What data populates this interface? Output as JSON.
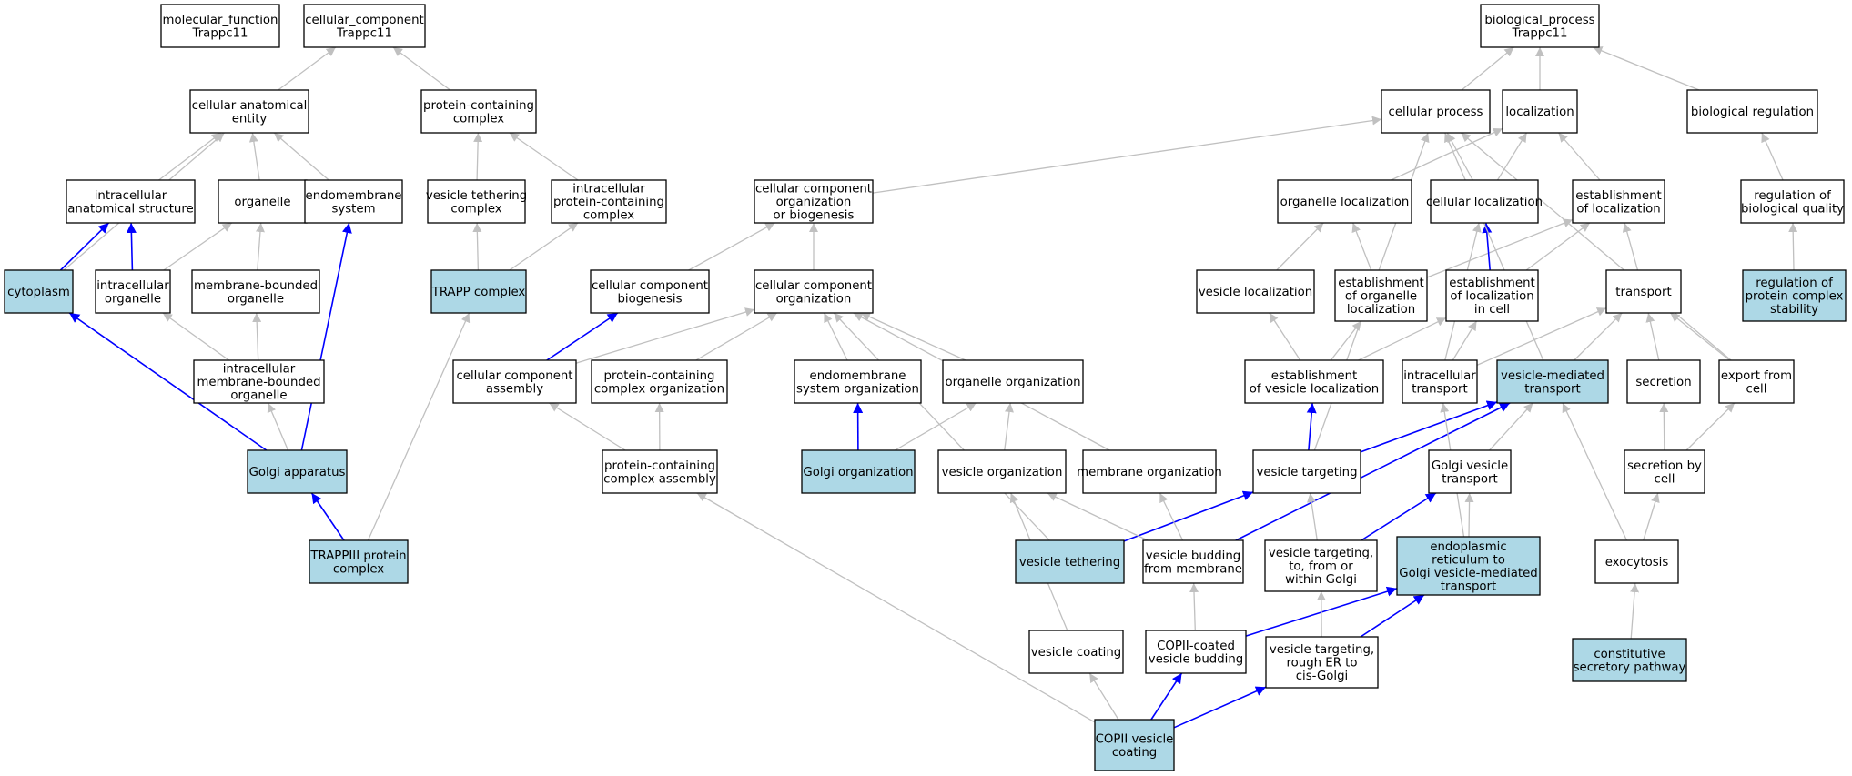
{
  "colors": {
    "annotated_fill": "#add8e6",
    "plain_fill": "#ffffff",
    "is_a_edge": "#c0c0c0",
    "annotated_path_edge": "#0000ff"
  },
  "nodes": {
    "mf_root": {
      "lines": [
        "molecular_function",
        "Trappc11"
      ],
      "annotated": false
    },
    "cc_root": {
      "lines": [
        "cellular_component",
        "Trappc11"
      ],
      "annotated": false
    },
    "bp_root": {
      "lines": [
        "biological_process",
        "Trappc11"
      ],
      "annotated": false
    },
    "cell_anat_entity": {
      "lines": [
        "cellular anatomical",
        "entity"
      ],
      "annotated": false
    },
    "protein_containing_complex": {
      "lines": [
        "protein-containing",
        "complex"
      ],
      "annotated": false
    },
    "intracellular_anat_structure": {
      "lines": [
        "intracellular",
        "anatomical structure"
      ],
      "annotated": false
    },
    "organelle": {
      "lines": [
        "organelle"
      ],
      "annotated": false
    },
    "endomembrane_system": {
      "lines": [
        "endomembrane",
        "system"
      ],
      "annotated": false
    },
    "vesicle_tethering_complex": {
      "lines": [
        "vesicle tethering",
        "complex"
      ],
      "annotated": false
    },
    "intracellular_protein_complex": {
      "lines": [
        "intracellular",
        "protein-containing",
        "complex"
      ],
      "annotated": false
    },
    "cytoplasm": {
      "lines": [
        "cytoplasm"
      ],
      "annotated": true
    },
    "intracellular_organelle": {
      "lines": [
        "intracellular",
        "organelle"
      ],
      "annotated": false
    },
    "membrane_bounded_organelle": {
      "lines": [
        "membrane-bounded",
        "organelle"
      ],
      "annotated": false
    },
    "trapp_complex": {
      "lines": [
        "TRAPP complex"
      ],
      "annotated": true
    },
    "intracellular_mb_organelle": {
      "lines": [
        "intracellular",
        "membrane-bounded",
        "organelle"
      ],
      "annotated": false
    },
    "golgi_apparatus": {
      "lines": [
        "Golgi apparatus"
      ],
      "annotated": true
    },
    "trappiii_complex": {
      "lines": [
        "TRAPPIII protein",
        "complex"
      ],
      "annotated": true
    },
    "ccob": {
      "lines": [
        "cellular component",
        "organization",
        "or biogenesis"
      ],
      "annotated": false
    },
    "cc_biogenesis": {
      "lines": [
        "cellular component",
        "biogenesis"
      ],
      "annotated": false
    },
    "cc_organization": {
      "lines": [
        "cellular component",
        "organization"
      ],
      "annotated": false
    },
    "cc_assembly": {
      "lines": [
        "cellular component",
        "assembly"
      ],
      "annotated": false
    },
    "pc_complex_org": {
      "lines": [
        "protein-containing",
        "complex organization"
      ],
      "annotated": false
    },
    "endomembrane_sys_org": {
      "lines": [
        "endomembrane",
        "system organization"
      ],
      "annotated": false
    },
    "organelle_org": {
      "lines": [
        "organelle organization"
      ],
      "annotated": false
    },
    "pc_complex_assembly": {
      "lines": [
        "protein-containing",
        "complex assembly"
      ],
      "annotated": false
    },
    "golgi_organization": {
      "lines": [
        "Golgi organization"
      ],
      "annotated": true
    },
    "vesicle_organization": {
      "lines": [
        "vesicle organization"
      ],
      "annotated": false
    },
    "membrane_organization": {
      "lines": [
        "membrane organization"
      ],
      "annotated": false
    },
    "vesicle_tethering": {
      "lines": [
        "vesicle tethering"
      ],
      "annotated": true
    },
    "vesicle_budding": {
      "lines": [
        "vesicle budding",
        "from membrane"
      ],
      "annotated": false
    },
    "vesicle_coating": {
      "lines": [
        "vesicle coating"
      ],
      "annotated": false
    },
    "copii_budding": {
      "lines": [
        "COPII-coated",
        "vesicle budding"
      ],
      "annotated": false
    },
    "copii_coating": {
      "lines": [
        "COPII vesicle",
        "coating"
      ],
      "annotated": true
    },
    "cellular_process": {
      "lines": [
        "cellular process"
      ],
      "annotated": false
    },
    "localization": {
      "lines": [
        "localization"
      ],
      "annotated": false
    },
    "biological_regulation": {
      "lines": [
        "biological regulation"
      ],
      "annotated": false
    },
    "organelle_localization": {
      "lines": [
        "organelle localization"
      ],
      "annotated": false
    },
    "cellular_localization": {
      "lines": [
        "cellular localization"
      ],
      "annotated": false
    },
    "est_localization": {
      "lines": [
        "establishment",
        "of localization"
      ],
      "annotated": false
    },
    "reg_bio_quality": {
      "lines": [
        "regulation of",
        "biological quality"
      ],
      "annotated": false
    },
    "vesicle_localization": {
      "lines": [
        "vesicle localization"
      ],
      "annotated": false
    },
    "est_organelle_loc": {
      "lines": [
        "establishment",
        "of organelle",
        "localization"
      ],
      "annotated": false
    },
    "est_loc_in_cell": {
      "lines": [
        "establishment",
        "of localization",
        "in cell"
      ],
      "annotated": false
    },
    "transport": {
      "lines": [
        "transport"
      ],
      "annotated": false
    },
    "reg_protein_complex_stability": {
      "lines": [
        "regulation of",
        "protein complex",
        "stability"
      ],
      "annotated": true
    },
    "est_vesicle_loc": {
      "lines": [
        "establishment",
        "of vesicle localization"
      ],
      "annotated": false
    },
    "intracellular_transport": {
      "lines": [
        "intracellular",
        "transport"
      ],
      "annotated": false
    },
    "vesicle_mediated_transport": {
      "lines": [
        "vesicle-mediated",
        "transport"
      ],
      "annotated": true
    },
    "secretion": {
      "lines": [
        "secretion"
      ],
      "annotated": false
    },
    "export_from_cell": {
      "lines": [
        "export from",
        "cell"
      ],
      "annotated": false
    },
    "vesicle_targeting": {
      "lines": [
        "vesicle targeting"
      ],
      "annotated": false
    },
    "golgi_vesicle_transport": {
      "lines": [
        "Golgi vesicle",
        "transport"
      ],
      "annotated": false
    },
    "secretion_by_cell": {
      "lines": [
        "secretion by",
        "cell"
      ],
      "annotated": false
    },
    "vt_golgi": {
      "lines": [
        "vesicle targeting,",
        "to, from or",
        "within Golgi"
      ],
      "annotated": false
    },
    "er_to_golgi": {
      "lines": [
        "endoplasmic",
        "reticulum to",
        "Golgi vesicle-mediated",
        "transport"
      ],
      "annotated": true
    },
    "exocytosis": {
      "lines": [
        "exocytosis"
      ],
      "annotated": false
    },
    "vt_rough_er": {
      "lines": [
        "vesicle targeting,",
        "rough ER to",
        "cis-Golgi"
      ],
      "annotated": false
    },
    "constitutive_secretory": {
      "lines": [
        "constitutive",
        "secretory pathway"
      ],
      "annotated": true
    }
  },
  "edges": [
    {
      "child": "cell_anat_entity",
      "parent": "cc_root",
      "kind": "is_a"
    },
    {
      "child": "protein_containing_complex",
      "parent": "cc_root",
      "kind": "is_a"
    },
    {
      "child": "intracellular_anat_structure",
      "parent": "cell_anat_entity",
      "kind": "is_a"
    },
    {
      "child": "organelle",
      "parent": "cell_anat_entity",
      "kind": "is_a"
    },
    {
      "child": "endomembrane_system",
      "parent": "cell_anat_entity",
      "kind": "is_a"
    },
    {
      "child": "cytoplasm",
      "parent": "cell_anat_entity",
      "kind": "is_a"
    },
    {
      "child": "vesicle_tethering_complex",
      "parent": "protein_containing_complex",
      "kind": "is_a"
    },
    {
      "child": "intracellular_protein_complex",
      "parent": "protein_containing_complex",
      "kind": "is_a"
    },
    {
      "child": "cytoplasm",
      "parent": "intracellular_anat_structure",
      "kind": "part_of"
    },
    {
      "child": "intracellular_organelle",
      "parent": "intracellular_anat_structure",
      "kind": "part_of"
    },
    {
      "child": "intracellular_organelle",
      "parent": "organelle",
      "kind": "is_a"
    },
    {
      "child": "membrane_bounded_organelle",
      "parent": "organelle",
      "kind": "is_a"
    },
    {
      "child": "trapp_complex",
      "parent": "vesicle_tethering_complex",
      "kind": "is_a"
    },
    {
      "child": "trapp_complex",
      "parent": "intracellular_protein_complex",
      "kind": "is_a"
    },
    {
      "child": "intracellular_mb_organelle",
      "parent": "intracellular_organelle",
      "kind": "is_a"
    },
    {
      "child": "intracellular_mb_organelle",
      "parent": "membrane_bounded_organelle",
      "kind": "is_a"
    },
    {
      "child": "golgi_apparatus",
      "parent": "intracellular_mb_organelle",
      "kind": "is_a"
    },
    {
      "child": "golgi_apparatus",
      "parent": "cytoplasm",
      "kind": "part_of"
    },
    {
      "child": "golgi_apparatus",
      "parent": "endomembrane_system",
      "kind": "part_of"
    },
    {
      "child": "trappiii_complex",
      "parent": "golgi_apparatus",
      "kind": "part_of"
    },
    {
      "child": "trappiii_complex",
      "parent": "trapp_complex",
      "kind": "is_a"
    },
    {
      "child": "cellular_process",
      "parent": "bp_root",
      "kind": "is_a"
    },
    {
      "child": "localization",
      "parent": "bp_root",
      "kind": "is_a"
    },
    {
      "child": "biological_regulation",
      "parent": "bp_root",
      "kind": "is_a"
    },
    {
      "child": "ccob",
      "parent": "cellular_process",
      "kind": "is_a"
    },
    {
      "child": "organelle_localization",
      "parent": "localization",
      "kind": "is_a"
    },
    {
      "child": "cellular_localization",
      "parent": "localization",
      "kind": "is_a"
    },
    {
      "child": "cellular_localization",
      "parent": "cellular_process",
      "kind": "is_a"
    },
    {
      "child": "est_localization",
      "parent": "localization",
      "kind": "is_a"
    },
    {
      "child": "reg_bio_quality",
      "parent": "biological_regulation",
      "kind": "is_a"
    },
    {
      "child": "cc_biogenesis",
      "parent": "ccob",
      "kind": "is_a"
    },
    {
      "child": "cc_organization",
      "parent": "ccob",
      "kind": "is_a"
    },
    {
      "child": "vesicle_localization",
      "parent": "organelle_localization",
      "kind": "is_a"
    },
    {
      "child": "est_organelle_loc",
      "parent": "organelle_localization",
      "kind": "is_a"
    },
    {
      "child": "est_organelle_loc",
      "parent": "est_localization",
      "kind": "is_a"
    },
    {
      "child": "est_loc_in_cell",
      "parent": "cellular_localization",
      "kind": "part_of"
    },
    {
      "child": "est_loc_in_cell",
      "parent": "est_localization",
      "kind": "is_a"
    },
    {
      "child": "transport",
      "parent": "est_localization",
      "kind": "is_a"
    },
    {
      "child": "reg_protein_complex_stability",
      "parent": "reg_bio_quality",
      "kind": "is_a"
    },
    {
      "child": "cc_assembly",
      "parent": "cc_biogenesis",
      "kind": "part_of"
    },
    {
      "child": "cc_assembly",
      "parent": "cc_organization",
      "kind": "is_a"
    },
    {
      "child": "pc_complex_org",
      "parent": "cc_organization",
      "kind": "is_a"
    },
    {
      "child": "endomembrane_sys_org",
      "parent": "cc_organization",
      "kind": "is_a"
    },
    {
      "child": "organelle_org",
      "parent": "cc_organization",
      "kind": "is_a"
    },
    {
      "child": "est_vesicle_loc",
      "parent": "vesicle_localization",
      "kind": "is_a"
    },
    {
      "child": "est_vesicle_loc",
      "parent": "est_organelle_loc",
      "kind": "is_a"
    },
    {
      "child": "est_vesicle_loc",
      "parent": "est_loc_in_cell",
      "kind": "is_a"
    },
    {
      "child": "intracellular_transport",
      "parent": "est_loc_in_cell",
      "kind": "is_a"
    },
    {
      "child": "intracellular_transport",
      "parent": "transport",
      "kind": "is_a"
    },
    {
      "child": "intracellular_transport",
      "parent": "cellular_localization",
      "kind": "is_a"
    },
    {
      "child": "vesicle_mediated_transport",
      "parent": "transport",
      "kind": "is_a"
    },
    {
      "child": "vesicle_mediated_transport",
      "parent": "cellular_process",
      "kind": "is_a"
    },
    {
      "child": "secretion",
      "parent": "transport",
      "kind": "is_a"
    },
    {
      "child": "export_from_cell",
      "parent": "transport",
      "kind": "is_a"
    },
    {
      "child": "export_from_cell",
      "parent": "cellular_process",
      "kind": "is_a"
    },
    {
      "child": "pc_complex_assembly",
      "parent": "cc_assembly",
      "kind": "is_a"
    },
    {
      "child": "pc_complex_assembly",
      "parent": "pc_complex_org",
      "kind": "is_a"
    },
    {
      "child": "golgi_organization",
      "parent": "endomembrane_sys_org",
      "kind": "part_of"
    },
    {
      "child": "golgi_organization",
      "parent": "organelle_org",
      "kind": "is_a"
    },
    {
      "child": "vesicle_organization",
      "parent": "organelle_org",
      "kind": "is_a"
    },
    {
      "child": "membrane_organization",
      "parent": "cc_organization",
      "kind": "is_a"
    },
    {
      "child": "vesicle_targeting",
      "parent": "est_vesicle_loc",
      "kind": "part_of"
    },
    {
      "child": "vesicle_targeting",
      "parent": "vesicle_mediated_transport",
      "kind": "part_of"
    },
    {
      "child": "vesicle_targeting",
      "parent": "cellular_process",
      "kind": "is_a"
    },
    {
      "child": "golgi_vesicle_transport",
      "parent": "vesicle_mediated_transport",
      "kind": "is_a"
    },
    {
      "child": "secretion_by_cell",
      "parent": "secretion",
      "kind": "is_a"
    },
    {
      "child": "secretion_by_cell",
      "parent": "export_from_cell",
      "kind": "is_a"
    },
    {
      "child": "vesicle_tethering",
      "parent": "vesicle_targeting",
      "kind": "part_of"
    },
    {
      "child": "vesicle_tethering",
      "parent": "cc_organization",
      "kind": "is_a"
    },
    {
      "child": "vesicle_budding",
      "parent": "vesicle_mediated_transport",
      "kind": "part_of"
    },
    {
      "child": "vesicle_budding",
      "parent": "vesicle_organization",
      "kind": "is_a"
    },
    {
      "child": "vesicle_budding",
      "parent": "membrane_organization",
      "kind": "is_a"
    },
    {
      "child": "vt_golgi",
      "parent": "vesicle_targeting",
      "kind": "is_a"
    },
    {
      "child": "vt_golgi",
      "parent": "golgi_vesicle_transport",
      "kind": "part_of"
    },
    {
      "child": "er_to_golgi",
      "parent": "golgi_vesicle_transport",
      "kind": "is_a"
    },
    {
      "child": "er_to_golgi",
      "parent": "intracellular_transport",
      "kind": "is_a"
    },
    {
      "child": "exocytosis",
      "parent": "secretion_by_cell",
      "kind": "is_a"
    },
    {
      "child": "exocytosis",
      "parent": "vesicle_mediated_transport",
      "kind": "is_a"
    },
    {
      "child": "vesicle_coating",
      "parent": "vesicle_organization",
      "kind": "is_a"
    },
    {
      "child": "copii_budding",
      "parent": "vesicle_budding",
      "kind": "is_a"
    },
    {
      "child": "copii_budding",
      "parent": "er_to_golgi",
      "kind": "part_of"
    },
    {
      "child": "vt_rough_er",
      "parent": "vt_golgi",
      "kind": "is_a"
    },
    {
      "child": "vt_rough_er",
      "parent": "er_to_golgi",
      "kind": "part_of"
    },
    {
      "child": "constitutive_secretory",
      "parent": "exocytosis",
      "kind": "is_a"
    },
    {
      "child": "copii_coating",
      "parent": "vesicle_coating",
      "kind": "is_a"
    },
    {
      "child": "copii_coating",
      "parent": "copii_budding",
      "kind": "part_of"
    },
    {
      "child": "copii_coating",
      "parent": "vt_rough_er",
      "kind": "part_of"
    },
    {
      "child": "copii_coating",
      "parent": "pc_complex_assembly",
      "kind": "is_a"
    }
  ]
}
